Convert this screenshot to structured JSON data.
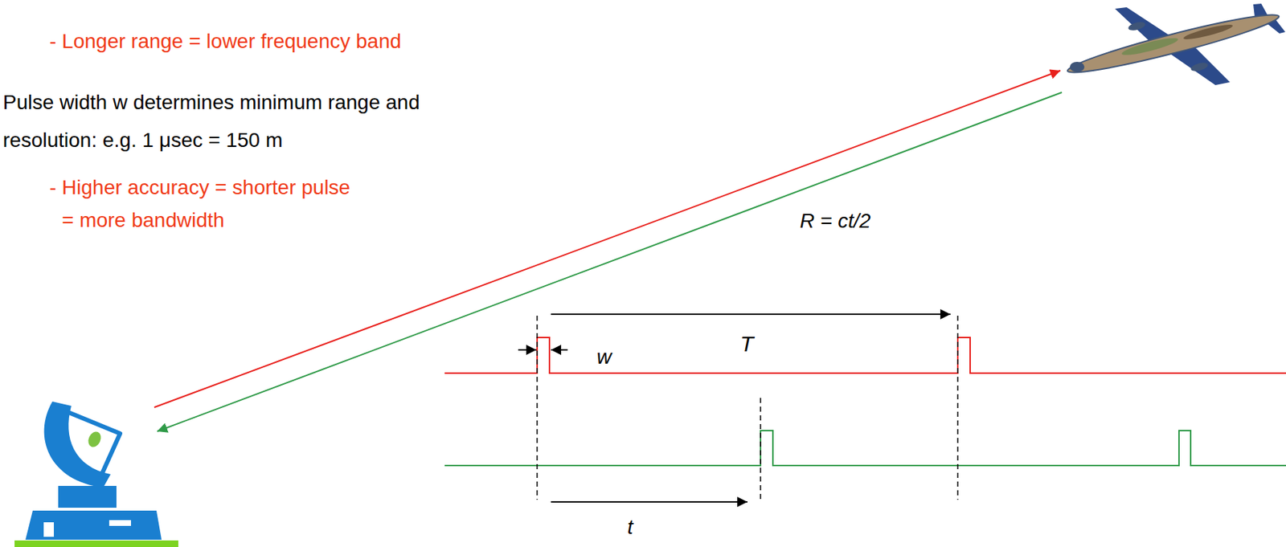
{
  "diagram": {
    "labels": [
      "- Longer range = lower frequency band",
      "Pulse width w determines minimum range and resolution: e.g. 1 μsec = 150 m",
      "- Higher accuracy = shorter pulse = more bandwidth",
      "R = ct/2",
      "w",
      "T",
      "t"
    ]
  }
}
